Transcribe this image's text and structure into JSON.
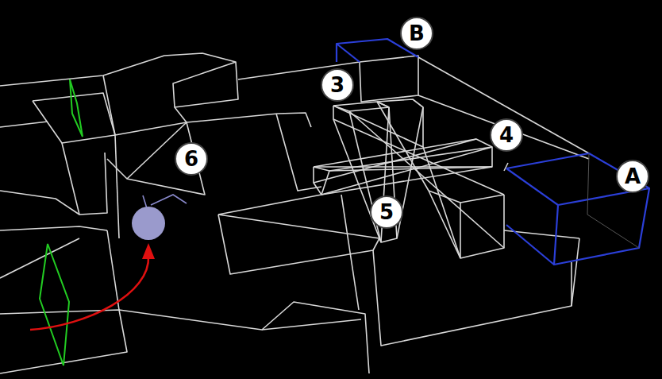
{
  "diagram": {
    "labels": [
      "B",
      "3",
      "4",
      "6",
      "A",
      "5"
    ]
  }
}
